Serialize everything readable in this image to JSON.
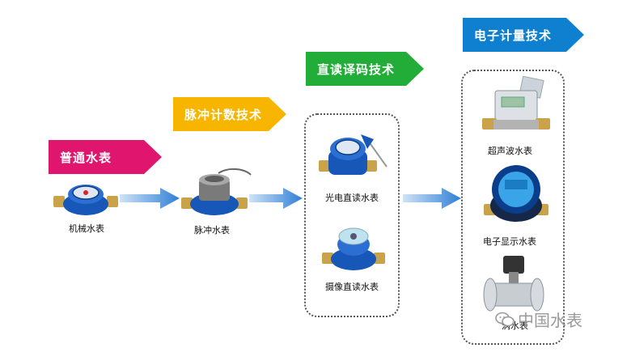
{
  "colors": {
    "stage1": "#e0166e",
    "stage2": "#f7b500",
    "stage3": "#22ad38",
    "stage4": "#0f7fd0",
    "flow_arrow": "#2f7fd6",
    "meter_blue": "#1657b8"
  },
  "stages": [
    {
      "title": "普通水表"
    },
    {
      "title": "脉冲计数技术"
    },
    {
      "title": "直读译码技术"
    },
    {
      "title": "电子计量技术"
    }
  ],
  "meters": {
    "mechanical": "机械水表",
    "pulse": "脉冲水表",
    "photoelectric": "光电直读水表",
    "camera": "摄像直读水表",
    "ultrasonic": "超声波水表",
    "electronic_display": "电子显示水表",
    "vortex": "涡水表"
  },
  "watermark": {
    "text": "中国水表",
    "icon": "wechat-icon"
  }
}
